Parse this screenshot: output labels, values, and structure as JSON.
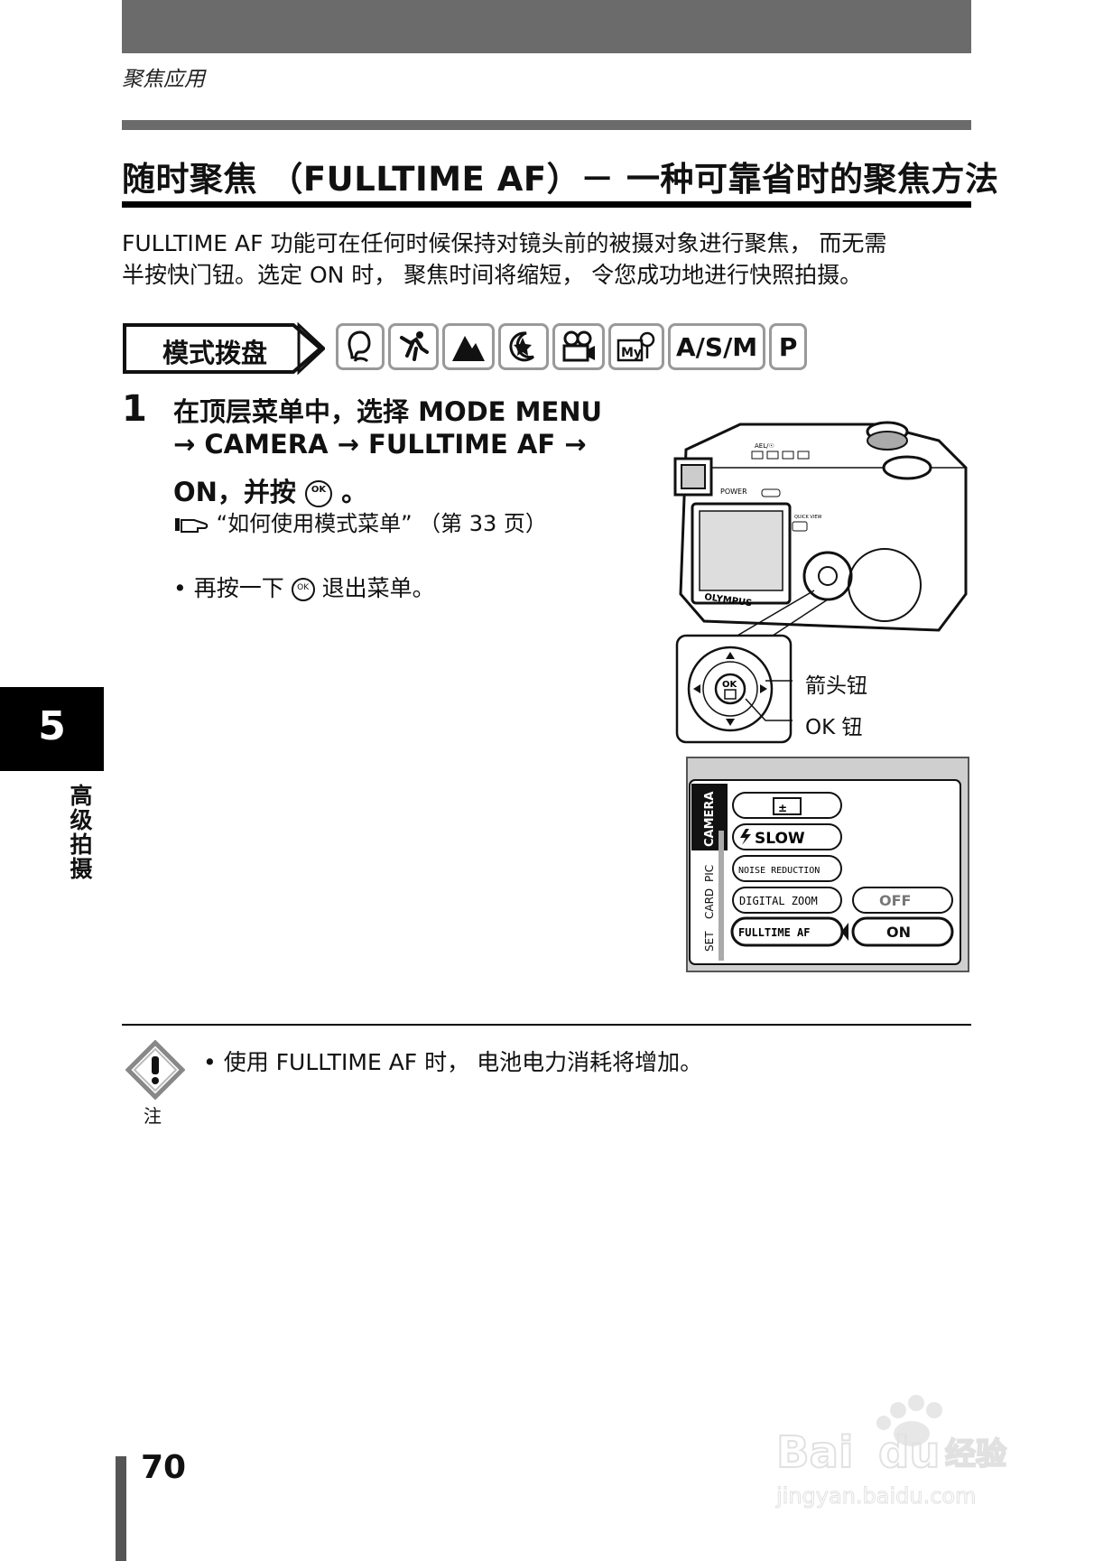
{
  "header": {
    "section_label": "聚焦应用"
  },
  "title": "随时聚焦 （FULLTIME AF）－ 一种可靠省时的聚焦方法",
  "intro": {
    "line1": "FULLTIME AF 功能可在任何时候保持对镜头前的被摄对象进行聚焦， 而无需",
    "line2": "半按快门钮。选定 ON 时， 聚焦时间将缩短， 令您成功地进行快照拍摄。"
  },
  "mode_dial": {
    "label": "模式拨盘",
    "icons": [
      "portrait-icon",
      "sports-icon",
      "landscape-icon",
      "night-scene-icon",
      "movie-icon",
      "my-mode-icon"
    ],
    "text_modes": [
      "A/S/M",
      "P"
    ]
  },
  "step": {
    "number": "1",
    "line1": "在顶层菜单中，选择 MODE MENU",
    "line2": "→ CAMERA → FULLTIME AF →",
    "line3_prefix": "ON，并按",
    "line3_suffix": "。",
    "reference": "“如何使用模式菜单” （第 33 页）",
    "bullet_prefix": "• 再按一下",
    "bullet_suffix": "退出菜单。",
    "ok_glyph": "OK"
  },
  "camera_illustration": {
    "ael_label": "AEL/☉",
    "power_label": "POWER",
    "quick_view_label": "QUICK VIEW",
    "brand": "OLYMPUS",
    "callout_arrows": "箭头钮",
    "callout_ok": "OK 钮",
    "ok_button": "OK"
  },
  "lcd_menu": {
    "tabs": [
      "CAMERA",
      "PIC",
      "CARD",
      "SET"
    ],
    "items": [
      "±",
      "SLOW",
      "NOISE REDUCTION",
      "DIGITAL ZOOM",
      "FULLTIME AF"
    ],
    "options": [
      "OFF",
      "ON"
    ],
    "selected_option": "ON"
  },
  "chapter": {
    "number": "5",
    "title": "高级拍摄"
  },
  "note": {
    "text": "• 使用 FULLTIME AF 时， 电池电力消耗将增加。",
    "label": "注"
  },
  "footer": {
    "page_number": "70"
  }
}
